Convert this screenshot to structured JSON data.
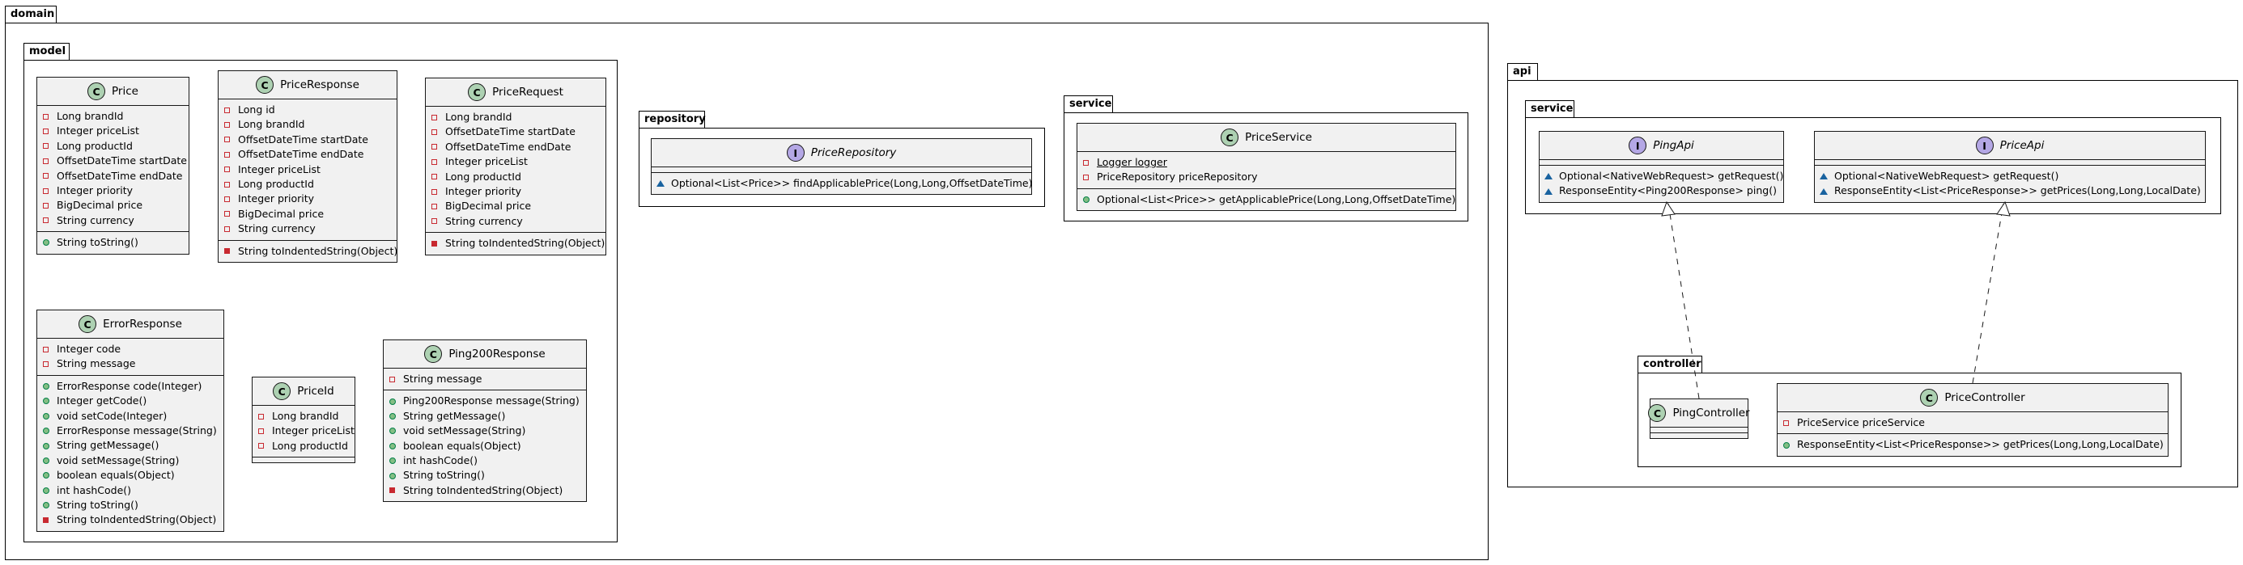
{
  "packages": {
    "domain": "domain",
    "model": "model",
    "repository": "repository",
    "domain_service": "service",
    "api": "api",
    "api_service": "service",
    "controller": "controller"
  },
  "classes": {
    "price": {
      "name": "Price",
      "kind": "class",
      "fields": [
        "Long brandId",
        "Integer priceList",
        "Long productId",
        "OffsetDateTime startDate",
        "OffsetDateTime endDate",
        "Integer priority",
        "BigDecimal price",
        "String currency"
      ],
      "methods": [
        "String toString()"
      ]
    },
    "price_response": {
      "name": "PriceResponse",
      "kind": "class",
      "fields": [
        "Long id",
        "Long brandId",
        "OffsetDateTime startDate",
        "OffsetDateTime endDate",
        "Integer priceList",
        "Long productId",
        "Integer priority",
        "BigDecimal price",
        "String currency"
      ],
      "methods": [
        "String toIndentedString(Object)"
      ]
    },
    "price_request": {
      "name": "PriceRequest",
      "kind": "class",
      "fields": [
        "Long brandId",
        "OffsetDateTime startDate",
        "OffsetDateTime endDate",
        "Integer priceList",
        "Long productId",
        "Integer priority",
        "BigDecimal price",
        "String currency"
      ],
      "methods": [
        "String toIndentedString(Object)"
      ]
    },
    "error_response": {
      "name": "ErrorResponse",
      "kind": "class",
      "fields": [
        "Integer code",
        "String message"
      ],
      "methods": [
        "ErrorResponse code(Integer)",
        "Integer getCode()",
        "void setCode(Integer)",
        "ErrorResponse message(String)",
        "String getMessage()",
        "void setMessage(String)",
        "boolean equals(Object)",
        "int hashCode()",
        "String toString()",
        "String toIndentedString(Object)"
      ]
    },
    "price_id": {
      "name": "PriceId",
      "kind": "class",
      "fields": [
        "Long brandId",
        "Integer priceList",
        "Long productId"
      ],
      "methods": []
    },
    "ping200_response": {
      "name": "Ping200Response",
      "kind": "class",
      "fields": [
        "String message"
      ],
      "methods": [
        "Ping200Response message(String)",
        "String getMessage()",
        "void setMessage(String)",
        "boolean equals(Object)",
        "int hashCode()",
        "String toString()",
        "String toIndentedString(Object)"
      ]
    },
    "price_repository": {
      "name": "PriceRepository",
      "kind": "interface",
      "fields": [],
      "methods": [
        "Optional<List<Price>> findApplicablePrice(Long,Long,OffsetDateTime)"
      ]
    },
    "price_service": {
      "name": "PriceService",
      "kind": "class",
      "fields": [
        "Logger logger",
        "PriceRepository priceRepository"
      ],
      "methods": [
        "Optional<List<Price>> getApplicablePrice(Long,Long,OffsetDateTime)"
      ]
    },
    "ping_api": {
      "name": "PingApi",
      "kind": "interface",
      "fields": [],
      "methods": [
        "Optional<NativeWebRequest> getRequest()",
        "ResponseEntity<Ping200Response> ping()"
      ]
    },
    "price_api": {
      "name": "PriceApi",
      "kind": "interface",
      "fields": [],
      "methods": [
        "Optional<NativeWebRequest> getRequest()",
        "ResponseEntity<List<PriceResponse>> getPrices(Long,Long,LocalDate)"
      ]
    },
    "ping_controller": {
      "name": "PingController",
      "kind": "class",
      "fields": [],
      "methods": []
    },
    "price_controller": {
      "name": "PriceController",
      "kind": "class",
      "fields": [
        "PriceService priceService"
      ],
      "methods": [
        "ResponseEntity<List<PriceResponse>> getPrices(Long,Long,LocalDate)"
      ]
    }
  },
  "glyphs": {
    "class_badge": "C",
    "interface_badge": "I"
  },
  "colors": {
    "class_badge": "#add1b2",
    "interface_badge": "#b4a7e5",
    "class_fill": "#f1f1f1",
    "private_marker": "#c82930",
    "public_marker": "#038048",
    "package_marker": "#1963a0"
  }
}
